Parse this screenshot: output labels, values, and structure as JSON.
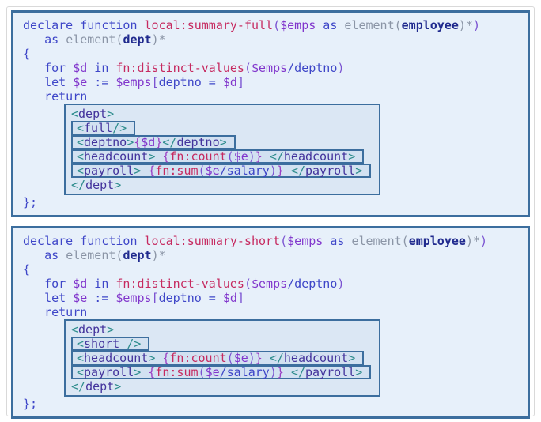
{
  "page": {
    "background": "#ffffff",
    "frame_border_color": "#d9d9d9"
  },
  "palette": {
    "block_background": "#e7f0fa",
    "block_border": "#3c6e9e",
    "outer_box_background": "#dbe7f4",
    "inner_box_background": "#d2e1f1",
    "keyword": "#3e46c8",
    "function_name": "#c62a60",
    "variable": "#8136cc",
    "punctuation_violet": "#7a52d1",
    "type_keyword_gray": "#8b95a6",
    "type_name_navy": "#202a8e",
    "tag_bracket_teal": "#2d8c8c",
    "tag_name_purple": "#43339c",
    "constructor_brace": "#9a3fc4"
  },
  "code_blocks": [
    {
      "name": "summary-full",
      "pre": [
        {
          "tokens": [
            [
              "kw",
              "declare function "
            ],
            [
              "fn",
              "local:summary-full"
            ],
            [
              "vi",
              "("
            ],
            [
              "var",
              "$emps"
            ],
            [
              "kw",
              " as "
            ],
            [
              "gy",
              "element("
            ],
            [
              "ty",
              "employee"
            ],
            [
              "gy",
              ")*"
            ],
            [
              "vi",
              ")"
            ]
          ]
        },
        {
          "tokens": [
            [
              "kw",
              "   as "
            ],
            [
              "gy",
              "element("
            ],
            [
              "ty",
              "dept"
            ],
            [
              "gy",
              ")*"
            ]
          ]
        },
        {
          "tokens": [
            [
              "kw",
              "{"
            ]
          ]
        },
        {
          "tokens": [
            [
              "kw",
              "   for "
            ],
            [
              "var",
              "$d"
            ],
            [
              "kw",
              " in "
            ],
            [
              "fn",
              "fn:distinct-values"
            ],
            [
              "vi",
              "("
            ],
            [
              "var",
              "$emps"
            ],
            [
              "kw",
              "/deptno"
            ],
            [
              "vi",
              ")"
            ]
          ]
        },
        {
          "tokens": [
            [
              "kw",
              "   let "
            ],
            [
              "var",
              "$e"
            ],
            [
              "kw",
              " := "
            ],
            [
              "var",
              "$emps"
            ],
            [
              "vi",
              "["
            ],
            [
              "kw",
              "deptno = "
            ],
            [
              "var",
              "$d"
            ],
            [
              "vi",
              "]"
            ]
          ]
        },
        {
          "tokens": [
            [
              "kw",
              "   return"
            ]
          ]
        }
      ],
      "box": [
        {
          "boxed": false,
          "tokens": [
            [
              "tb",
              "<"
            ],
            [
              "tn",
              "dept"
            ],
            [
              "tb",
              ">"
            ]
          ]
        },
        {
          "boxed": true,
          "tokens": [
            [
              "tb",
              "<"
            ],
            [
              "tn",
              "full"
            ],
            [
              "tb",
              "/>"
            ]
          ]
        },
        {
          "boxed": true,
          "tokens": [
            [
              "tb",
              "<"
            ],
            [
              "tn",
              "deptno"
            ],
            [
              "tb",
              ">"
            ],
            [
              "xb",
              "{"
            ],
            [
              "var",
              "$d"
            ],
            [
              "xb",
              "}"
            ],
            [
              "tb",
              "</"
            ],
            [
              "tn",
              "deptno"
            ],
            [
              "tb",
              ">"
            ]
          ]
        },
        {
          "boxed": true,
          "tokens": [
            [
              "tb",
              "<"
            ],
            [
              "tn",
              "headcount"
            ],
            [
              "tb",
              "> "
            ],
            [
              "xb",
              "{"
            ],
            [
              "fn",
              "fn:count"
            ],
            [
              "vi",
              "("
            ],
            [
              "var",
              "$e"
            ],
            [
              "vi",
              ")"
            ],
            [
              "xb",
              "} "
            ],
            [
              "tb",
              "</"
            ],
            [
              "tn",
              "headcount"
            ],
            [
              "tb",
              ">"
            ]
          ]
        },
        {
          "boxed": true,
          "tokens": [
            [
              "tb",
              "<"
            ],
            [
              "tn",
              "payroll"
            ],
            [
              "tb",
              "> "
            ],
            [
              "xb",
              "{"
            ],
            [
              "fn",
              "fn:sum"
            ],
            [
              "vi",
              "("
            ],
            [
              "var",
              "$e"
            ],
            [
              "kw",
              "/salary"
            ],
            [
              "vi",
              ")"
            ],
            [
              "xb",
              "} "
            ],
            [
              "tb",
              "</"
            ],
            [
              "tn",
              "payroll"
            ],
            [
              "tb",
              ">"
            ]
          ]
        },
        {
          "boxed": false,
          "tokens": [
            [
              "tb",
              "</"
            ],
            [
              "tn",
              "dept"
            ],
            [
              "tb",
              ">"
            ]
          ]
        }
      ],
      "post": [
        {
          "tokens": [
            [
              "kw",
              "};"
            ]
          ]
        }
      ]
    },
    {
      "name": "summary-short",
      "pre": [
        {
          "tokens": [
            [
              "kw",
              "declare function "
            ],
            [
              "fn",
              "local:summary-short"
            ],
            [
              "vi",
              "("
            ],
            [
              "var",
              "$emps"
            ],
            [
              "kw",
              " as "
            ],
            [
              "gy",
              "element("
            ],
            [
              "ty",
              "employee"
            ],
            [
              "gy",
              ")*"
            ],
            [
              "vi",
              ")"
            ]
          ]
        },
        {
          "tokens": [
            [
              "kw",
              "   as "
            ],
            [
              "gy",
              "element("
            ],
            [
              "ty",
              "dept"
            ],
            [
              "gy",
              ")*"
            ]
          ]
        },
        {
          "tokens": [
            [
              "kw",
              "{"
            ]
          ]
        },
        {
          "tokens": [
            [
              "kw",
              "   for "
            ],
            [
              "var",
              "$d"
            ],
            [
              "kw",
              " in "
            ],
            [
              "fn",
              "fn:distinct-values"
            ],
            [
              "vi",
              "("
            ],
            [
              "var",
              "$emps"
            ],
            [
              "kw",
              "/deptno"
            ],
            [
              "vi",
              ")"
            ]
          ]
        },
        {
          "tokens": [
            [
              "kw",
              "   let "
            ],
            [
              "var",
              "$e"
            ],
            [
              "kw",
              " := "
            ],
            [
              "var",
              "$emps"
            ],
            [
              "vi",
              "["
            ],
            [
              "kw",
              "deptno = "
            ],
            [
              "var",
              "$d"
            ],
            [
              "vi",
              "]"
            ]
          ]
        },
        {
          "tokens": [
            [
              "kw",
              "   return"
            ]
          ]
        }
      ],
      "box": [
        {
          "boxed": false,
          "tokens": [
            [
              "tb",
              "<"
            ],
            [
              "tn",
              "dept"
            ],
            [
              "tb",
              ">"
            ]
          ]
        },
        {
          "boxed": true,
          "tokens": [
            [
              "tb",
              "<"
            ],
            [
              "tn",
              "short"
            ],
            [
              "tb",
              " />"
            ]
          ]
        },
        {
          "boxed": true,
          "tokens": [
            [
              "tb",
              "<"
            ],
            [
              "tn",
              "headcount"
            ],
            [
              "tb",
              "> "
            ],
            [
              "xb",
              "{"
            ],
            [
              "fn",
              "fn:count"
            ],
            [
              "vi",
              "("
            ],
            [
              "var",
              "$e"
            ],
            [
              "vi",
              ")"
            ],
            [
              "xb",
              "} "
            ],
            [
              "tb",
              "</"
            ],
            [
              "tn",
              "headcount"
            ],
            [
              "tb",
              ">"
            ]
          ]
        },
        {
          "boxed": true,
          "tokens": [
            [
              "tb",
              "<"
            ],
            [
              "tn",
              "payroll"
            ],
            [
              "tb",
              "> "
            ],
            [
              "xb",
              "{"
            ],
            [
              "fn",
              "fn:sum"
            ],
            [
              "vi",
              "("
            ],
            [
              "var",
              "$e"
            ],
            [
              "kw",
              "/salary"
            ],
            [
              "vi",
              ")"
            ],
            [
              "xb",
              "} "
            ],
            [
              "tb",
              "</"
            ],
            [
              "tn",
              "payroll"
            ],
            [
              "tb",
              ">"
            ]
          ]
        },
        {
          "boxed": false,
          "tokens": [
            [
              "tb",
              "</"
            ],
            [
              "tn",
              "dept"
            ],
            [
              "tb",
              ">"
            ]
          ]
        }
      ],
      "post": [
        {
          "tokens": [
            [
              "kw",
              "};"
            ]
          ]
        }
      ]
    }
  ]
}
